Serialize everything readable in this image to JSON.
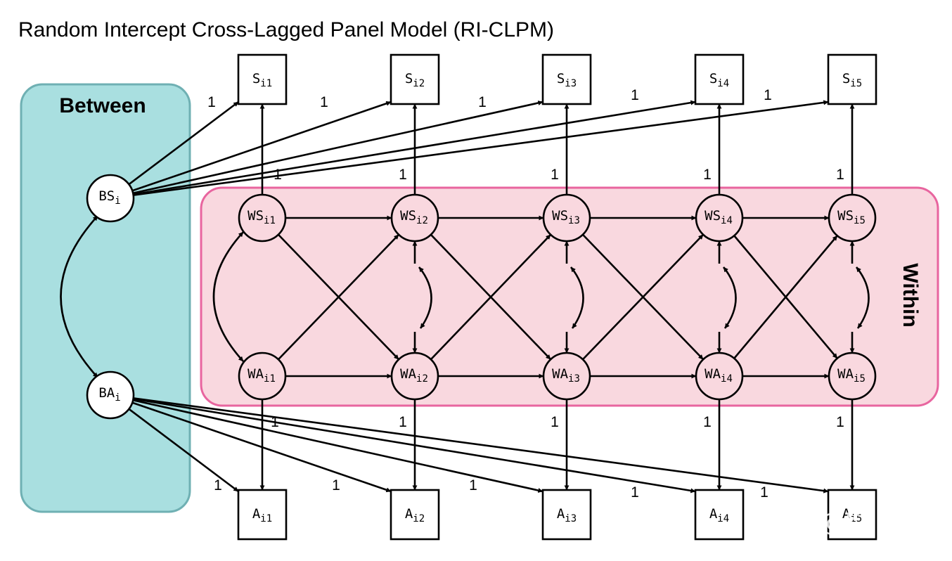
{
  "title": "Random Intercept Cross-Lagged Panel Model (RI-CLPM)",
  "panels": {
    "between": {
      "label": "Between",
      "fill": "#a9dfe0",
      "stroke": "#6fb0b3"
    },
    "within": {
      "label": "Within",
      "fill": "#f9d8df",
      "stroke": "#e8659f"
    }
  },
  "nodes": {
    "between": [
      {
        "id": "BS",
        "main": "BS",
        "sub": "i"
      },
      {
        "id": "BA",
        "main": "BA",
        "sub": "i"
      }
    ],
    "within_s": [
      {
        "id": "WS1",
        "main": "WS",
        "sub": "i1"
      },
      {
        "id": "WS2",
        "main": "WS",
        "sub": "i2"
      },
      {
        "id": "WS3",
        "main": "WS",
        "sub": "i3"
      },
      {
        "id": "WS4",
        "main": "WS",
        "sub": "i4"
      },
      {
        "id": "WS5",
        "main": "WS",
        "sub": "i5"
      }
    ],
    "within_a": [
      {
        "id": "WA1",
        "main": "WA",
        "sub": "i1"
      },
      {
        "id": "WA2",
        "main": "WA",
        "sub": "i2"
      },
      {
        "id": "WA3",
        "main": "WA",
        "sub": "i3"
      },
      {
        "id": "WA4",
        "main": "WA",
        "sub": "i4"
      },
      {
        "id": "WA5",
        "main": "WA",
        "sub": "i5"
      }
    ],
    "observed_s": [
      {
        "id": "S1",
        "main": "S",
        "sub": "i1"
      },
      {
        "id": "S2",
        "main": "S",
        "sub": "i2"
      },
      {
        "id": "S3",
        "main": "S",
        "sub": "i3"
      },
      {
        "id": "S4",
        "main": "S",
        "sub": "i4"
      },
      {
        "id": "S5",
        "main": "S",
        "sub": "i5"
      }
    ],
    "observed_a": [
      {
        "id": "A1",
        "main": "A",
        "sub": "i1"
      },
      {
        "id": "A2",
        "main": "A",
        "sub": "i2"
      },
      {
        "id": "A3",
        "main": "A",
        "sub": "i3"
      },
      {
        "id": "A4",
        "main": "A",
        "sub": "i4"
      },
      {
        "id": "A5",
        "main": "A",
        "sub": "i5"
      }
    ]
  },
  "path_weight": "1",
  "watermark": "知乎 @Kunle"
}
